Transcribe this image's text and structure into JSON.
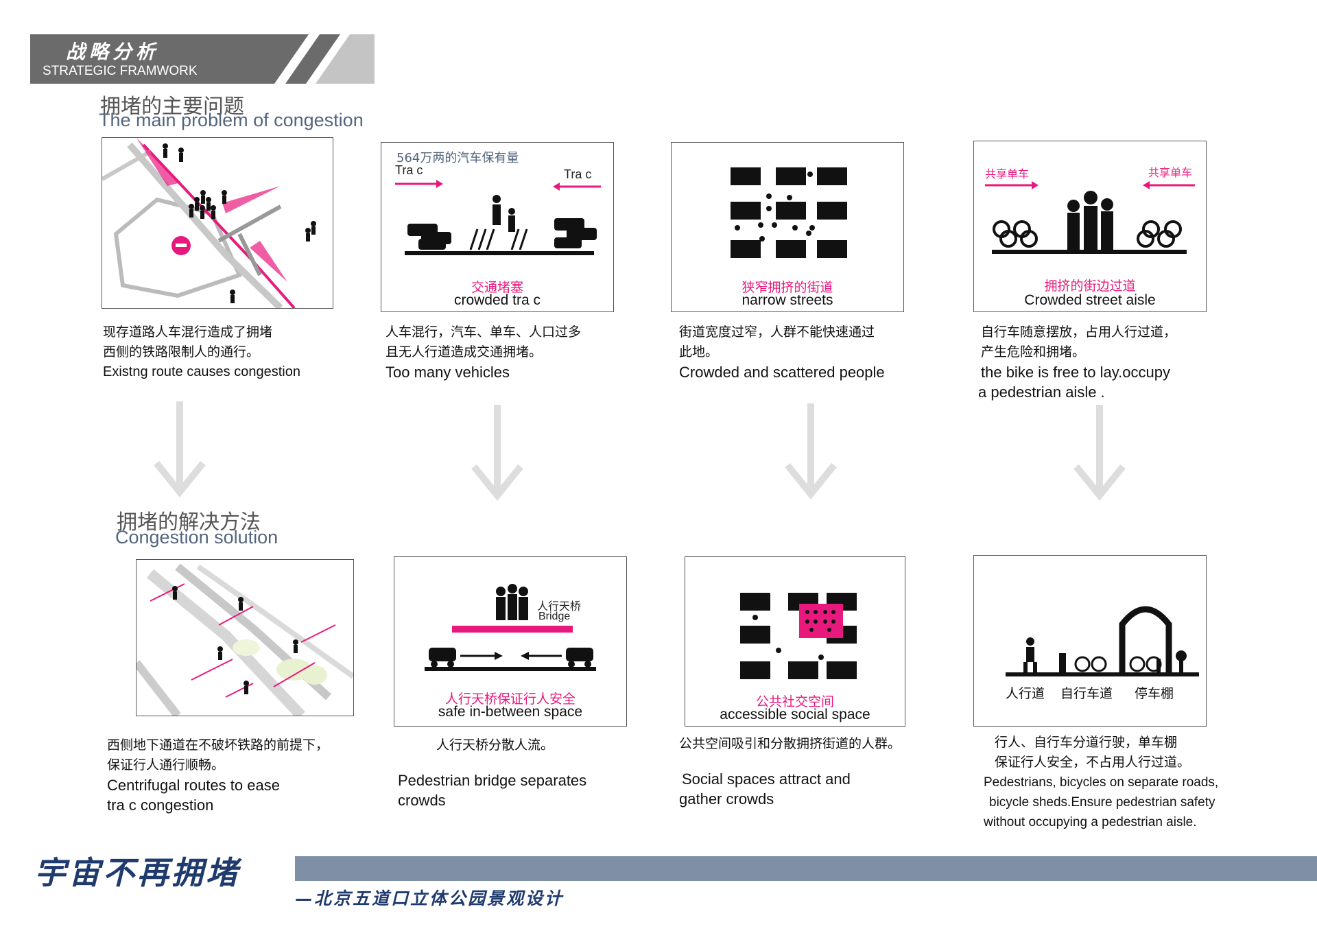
{
  "header": {
    "title_zh": "战略分析",
    "title_en": "STRATEGIC FRAMWORK"
  },
  "problems": {
    "title_zh": "拥堵的主要问题",
    "title_en": "The main problem of congestion",
    "panel2": {
      "top_label": "564万两的汽车保有量",
      "left_label": "Tra   c",
      "right_label": "Tra   c",
      "caption_zh": "交通堵塞",
      "caption_en": "crowded tra   c"
    },
    "panel3": {
      "caption_zh": "狭窄拥挤的街道",
      "caption_en": "narrow streets"
    },
    "panel4": {
      "left_label": "共享单车",
      "right_label": "共享单车",
      "caption_zh": "拥挤的街边过道",
      "caption_en": "Crowded street aisle"
    },
    "desc1": {
      "zh1": "现存道路人车混行造成了拥堵",
      "zh2": "西侧的铁路限制人的通行。",
      "en1": "Existng route causes congestion"
    },
    "desc2": {
      "zh1": "人车混行，汽车、单车、人口过多",
      "zh2": "且无人行道造成交通拥堵。",
      "en1": "Too many vehicles"
    },
    "desc3": {
      "zh1": "街道宽度过窄，人群不能快速通过",
      "zh2": "此地。",
      "en1": "Crowded and scattered people"
    },
    "desc4": {
      "zh1": "自行车随意摆放，占用人行过道，",
      "zh2": "产生危险和拥堵。",
      "en1": "the bike is free to lay.occupy",
      "en2": "a pedestrian aisle ."
    }
  },
  "solutions": {
    "title_zh": "拥堵的解决方法",
    "title_en": "Congestion solution",
    "panel2": {
      "bridge_zh": "人行天桥",
      "bridge_en": "Bridge",
      "caption_zh": "人行天桥保证行人安全",
      "caption_en": "safe in-between space"
    },
    "panel3": {
      "caption_zh": "公共社交空间",
      "caption_en": "accessible social space"
    },
    "panel4": {
      "label1": "人行道",
      "label2": "自行车道",
      "label3": "停车棚"
    },
    "desc1": {
      "zh1": "西侧地下通道在不破坏铁路的前提下，",
      "zh2": "保证行人通行顺畅。",
      "en1": "Centrifugal routes to ease",
      "en2": "tra   c congestion"
    },
    "desc2": {
      "zh1": "人行天桥分散人流。",
      "en1": "Pedestrian bridge separates",
      "en2": "crowds"
    },
    "desc3": {
      "zh1": "公共空间吸引和分散拥挤街道的人群。",
      "en1": "Social spaces attract and",
      "en2": "gather crowds"
    },
    "desc4": {
      "zh1": "行人、自行车分道行驶，单车棚",
      "zh2": "保证行人安全，不占用人行过道。",
      "en1": "Pedestrians, bicycles on separate roads,",
      "en2": "bicycle sheds.Ensure pedestrian safety",
      "en3": "without occupying a pedestrian aisle."
    }
  },
  "footer": {
    "title": "宇宙不再拥堵",
    "subtitle": "—北京五道口立体公园景观设计"
  },
  "colors": {
    "accent": "#e8197d",
    "header_gray": "#6b6b6b",
    "footer_bar": "#7f8fa6",
    "footer_text": "#1f3b6e"
  }
}
